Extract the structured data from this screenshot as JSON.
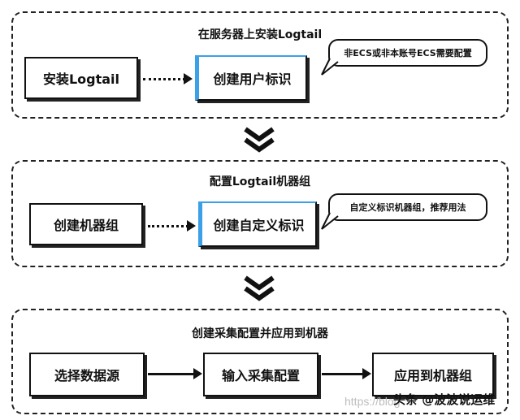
{
  "section1": {
    "title": "在服务器上安装Logtail",
    "box_install": "安装Logtail",
    "box_user_id": "创建用户标识",
    "note": "非ECS或非本账号ECS需要配置"
  },
  "section2": {
    "title": "配置Logtail机器组",
    "box_group": "创建机器组",
    "box_custom_id": "创建自定义标识",
    "note": "自定义标识机器组，推荐用法"
  },
  "section3": {
    "title": "创建采集配置并应用到机器",
    "box_source": "选择数据源",
    "box_input": "输入采集配置",
    "box_apply": "应用到机器组"
  },
  "watermark": {
    "url": "https://blog",
    "author": "头条 @波波说运维"
  },
  "colors": {
    "border": "#111111",
    "highlight": "#3aa0e8",
    "watermark": "#bdbdbd"
  }
}
